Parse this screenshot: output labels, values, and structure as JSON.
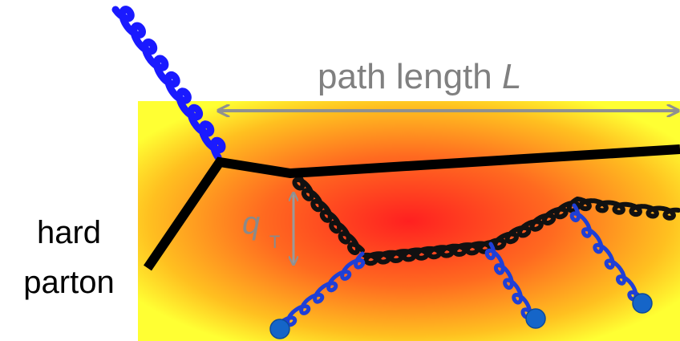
{
  "labels": {
    "hard_parton_line1": "hard",
    "hard_parton_line2": "parton",
    "path_length_prefix": "path length ",
    "path_length_symbol": "L",
    "momentum_symbol": "q",
    "momentum_subscript": "T"
  },
  "colors": {
    "medium_outer": "#ffff33",
    "medium_inner": "#ff2020",
    "parton_line": "#000000",
    "gluon_radiated": "#1a1aff",
    "gluon_medium": "#111111",
    "gluon_exchange": "#1f3fd6",
    "scattering_center": "#1565c8",
    "arrow": "#909090"
  }
}
